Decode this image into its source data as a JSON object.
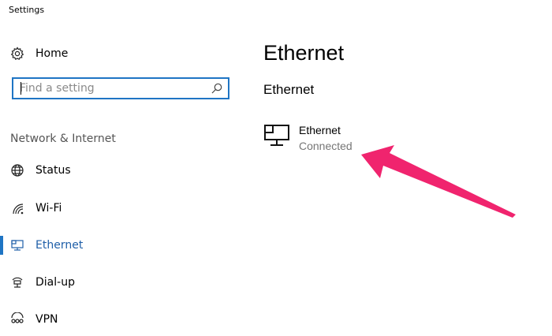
{
  "window": {
    "title": "Settings"
  },
  "sidebar": {
    "home_label": "Home",
    "search": {
      "placeholder": "Find a setting",
      "value": ""
    },
    "section_title": "Network & Internet",
    "items": [
      {
        "label": "Status",
        "icon": "status-globe-icon",
        "selected": false
      },
      {
        "label": "Wi-Fi",
        "icon": "wifi-icon",
        "selected": false
      },
      {
        "label": "Ethernet",
        "icon": "ethernet-icon",
        "selected": true
      },
      {
        "label": "Dial-up",
        "icon": "dialup-icon",
        "selected": false
      },
      {
        "label": "VPN",
        "icon": "vpn-icon",
        "selected": false
      }
    ]
  },
  "main": {
    "page_title": "Ethernet",
    "section_heading": "Ethernet",
    "network": {
      "name": "Ethernet",
      "status": "Connected",
      "icon": "network-computer-icon"
    }
  },
  "colors": {
    "accent": "#1f75c4",
    "annotation_arrow": "#f0246e",
    "secondary_text": "#767676"
  },
  "annotation": {
    "type": "arrow",
    "points_to": "network-item"
  }
}
